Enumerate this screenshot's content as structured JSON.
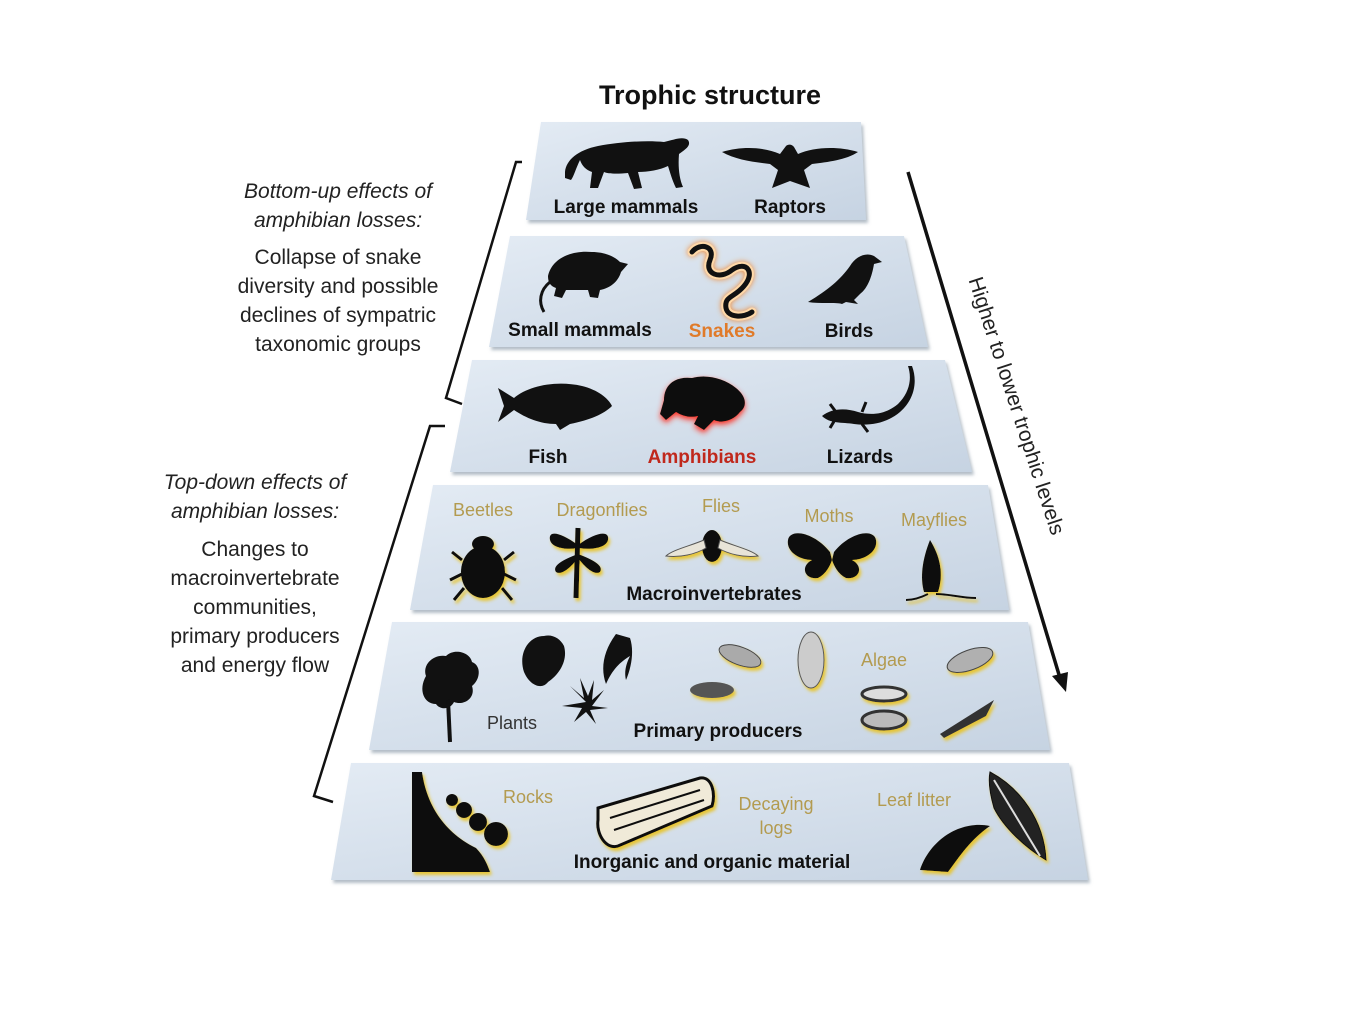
{
  "title": "Trophic structure",
  "tiers": {
    "t1": {
      "items": [
        "Large mammals",
        "Raptors"
      ]
    },
    "t2": {
      "items": [
        "Small mammals",
        "Snakes",
        "Birds"
      ]
    },
    "t3": {
      "items": [
        "Fish",
        "Amphibians",
        "Lizards"
      ]
    },
    "t4": {
      "name": "Macroinvertebrates",
      "items": [
        "Beetles",
        "Dragonflies",
        "Flies",
        "Moths",
        "Mayflies"
      ]
    },
    "t5": {
      "name": "Primary producers",
      "items": [
        "Plants",
        "Algae"
      ]
    },
    "t6": {
      "name": "Inorganic and organic material",
      "items": [
        "Rocks",
        "Decaying",
        "logs",
        "Leaf litter"
      ]
    }
  },
  "bottom_up": {
    "heading": [
      "Bottom-up effects of",
      "amphibian losses:"
    ],
    "body": [
      "Collapse of snake",
      "diversity and possible",
      "declines of sympatric",
      "taxonomic groups"
    ]
  },
  "top_down": {
    "heading": [
      "Top-down effects of",
      "amphibian losses:"
    ],
    "body": [
      "Changes to",
      "macroinvertebrate",
      "communities,",
      "primary producers",
      "and energy flow"
    ]
  },
  "arrow_label": "Higher to lower trophic levels",
  "colors": {
    "tier_fill": "#d5dfeb",
    "highlight_snake": "#e07b2a",
    "highlight_amphibian": "#c0281c",
    "olive_label": "#b39b50",
    "glow_yellow": "#e8c42c"
  }
}
